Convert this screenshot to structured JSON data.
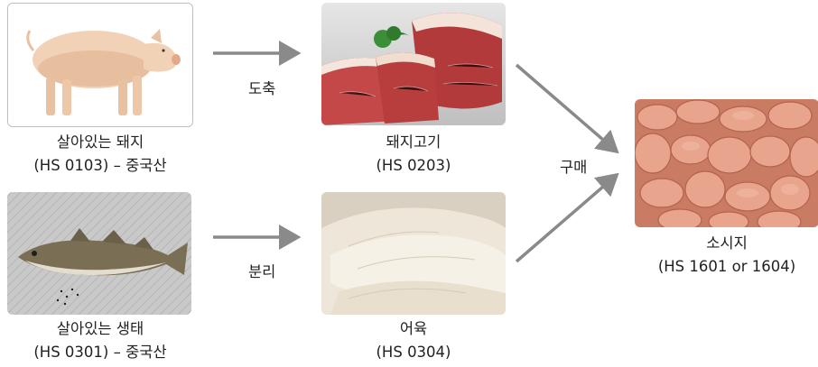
{
  "nodes": {
    "pig": {
      "line1": "살아있는 돼지",
      "line2": "(HS 0103) – 중국산",
      "image": "live-pig-photo"
    },
    "pork": {
      "line1": "돼지고기",
      "line2": "(HS 0203)",
      "image": "pork-meat-photo"
    },
    "pollock": {
      "line1": "살아있는 생태",
      "line2": "(HS 0301) – 중국산",
      "image": "live-pollock-fish-photo"
    },
    "fillet": {
      "line1": "어육",
      "line2": "(HS 0304)",
      "image": "fish-fillet-photo"
    },
    "sausage": {
      "line1": "소시지",
      "line2": "(HS 1601 or 1604)",
      "image": "sliced-sausage-photo"
    }
  },
  "edges": {
    "slaughter": "도축",
    "separation": "분리",
    "purchase": "구매"
  },
  "colors": {
    "arrow": "#8a8a8a",
    "text": "#231f20",
    "frame": "#bdbdbd"
  }
}
